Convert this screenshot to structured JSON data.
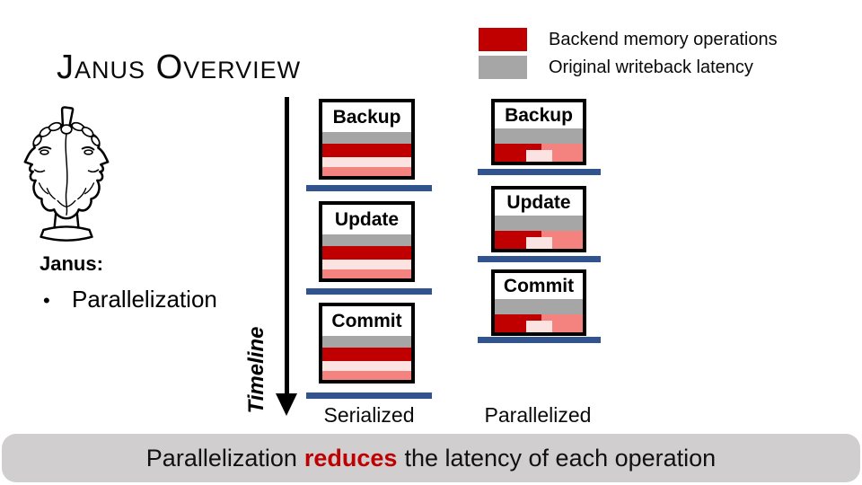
{
  "slide": {
    "title": "Janus Overview",
    "legend": [
      {
        "icon": "red-swatch-icon",
        "label": "Backend memory operations",
        "color": "#C00000"
      },
      {
        "icon": "gray-swatch-icon",
        "label": "Original writeback latency",
        "color": "#A6A6A6"
      }
    ],
    "intro": {
      "heading": "Janus:",
      "bullet_marker": "•",
      "bullet_text": "Parallelization"
    },
    "timeline_label": "Timeline",
    "columns": [
      {
        "name": "Serialized",
        "boxes": [
          {
            "label": "Backup"
          },
          {
            "label": "Update"
          },
          {
            "label": "Commit"
          }
        ]
      },
      {
        "name": "Parallelized",
        "boxes": [
          {
            "label": "Backup"
          },
          {
            "label": "Update"
          },
          {
            "label": "Commit"
          }
        ]
      }
    ],
    "footer": {
      "prefix": "Parallelization",
      "highlight": "reduces",
      "suffix": "the latency of each operation"
    },
    "colors": {
      "backend_memory_ops_red": "#C00000",
      "original_writeback_gray": "#A6A6A6",
      "op_light_pink": "#FBE3E2",
      "op_salmon": "#F4827E",
      "timeline_gap_bar_blue": "#31548F",
      "footer_banner_gray": "#D0CECE",
      "footer_highlight_red": "#C00000"
    }
  }
}
